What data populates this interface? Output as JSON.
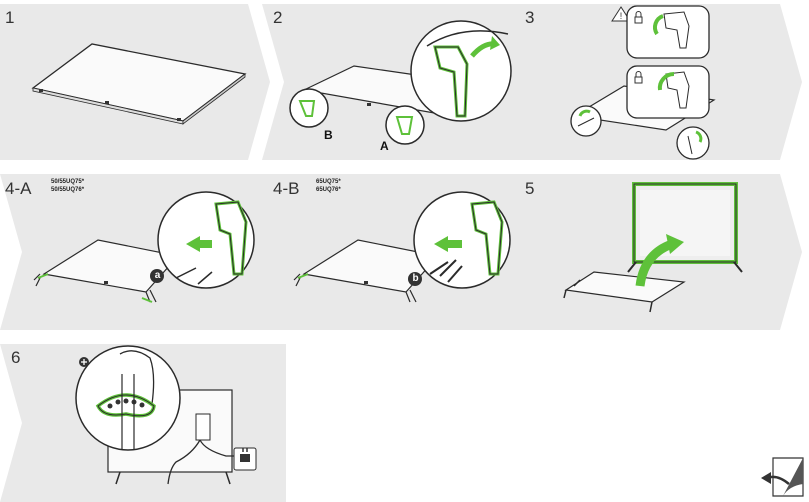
{
  "colors": {
    "panel_bg": "#e9e9e9",
    "accent_green": "#5ec13a",
    "line": "#2b2b2b",
    "chevron": "#ffffff"
  },
  "steps": [
    {
      "label": "1"
    },
    {
      "label": "2",
      "callouts": [
        "A",
        "B"
      ]
    },
    {
      "label": "3",
      "icons": [
        "warning-icon",
        "lock-icon",
        "unlock-icon"
      ]
    },
    {
      "label": "4-A",
      "models": [
        "50/55UQ75*",
        "50/55UQ76*"
      ],
      "screw_label": "a"
    },
    {
      "label": "4-B",
      "models": [
        "65UQ75*",
        "65UQ76*"
      ],
      "screw_label": "b"
    },
    {
      "label": "5"
    },
    {
      "label": "6",
      "icons": [
        "plus-icon",
        "power-plug-icon"
      ]
    }
  ],
  "footer": {
    "icon": "page-turn-icon"
  }
}
